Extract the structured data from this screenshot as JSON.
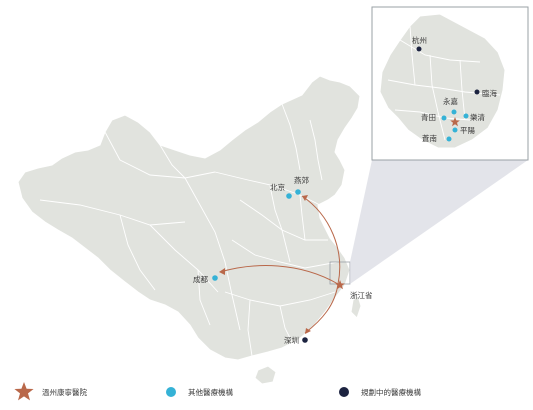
{
  "colors": {
    "land": "#e1e3de",
    "border": "#ffffff",
    "sea": "#ffffff",
    "arrow": "#b9684a",
    "hospital_star": "#b9684a",
    "other_dot": "#35b2d6",
    "planned_dot": "#1c2340",
    "inset_frame": "#9aa0a6",
    "connector": "#d9dbe3"
  },
  "main_map": {
    "cities": [
      {
        "key": "beijing",
        "label": "北京",
        "type": "other"
      },
      {
        "key": "yanjiao",
        "label": "燕郊",
        "type": "other"
      },
      {
        "key": "chengdu",
        "label": "成都",
        "type": "other"
      },
      {
        "key": "zhejiang",
        "label": "浙江省",
        "type": "star"
      },
      {
        "key": "shenzhen",
        "label": "深圳",
        "type": "planned"
      }
    ]
  },
  "inset_map": {
    "cities": [
      {
        "key": "hangzhou",
        "label": "杭州",
        "type": "planned"
      },
      {
        "key": "linhai",
        "label": "臨海",
        "type": "planned"
      },
      {
        "key": "yongjia",
        "label": "永嘉",
        "type": "other"
      },
      {
        "key": "qingtian",
        "label": "青田",
        "type": "other"
      },
      {
        "key": "yueqing",
        "label": "樂清",
        "type": "other"
      },
      {
        "key": "pingyang",
        "label": "平陽",
        "type": "other"
      },
      {
        "key": "cangnan",
        "label": "蒼南",
        "type": "other"
      }
    ]
  },
  "legend": {
    "items": [
      {
        "key": "hospital",
        "label": "溫州康寧醫院",
        "symbol": "star"
      },
      {
        "key": "other",
        "label": "其他醫療機構",
        "symbol": "other-dot"
      },
      {
        "key": "planned",
        "label": "規劃中的醫療機構",
        "symbol": "planned-dot"
      }
    ]
  }
}
